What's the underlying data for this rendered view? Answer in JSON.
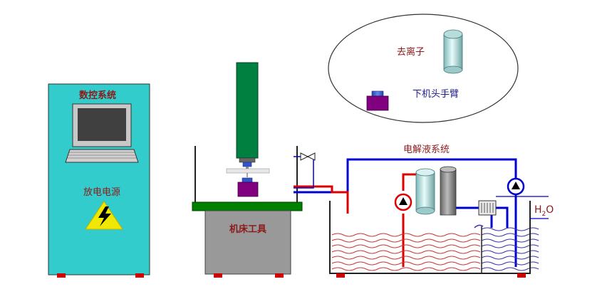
{
  "labels": {
    "cnc_system": "数控系统",
    "power_supply": "放电电源",
    "machine_tool": "机床工具",
    "deionizer": "去离子",
    "arm": "下机头手臂",
    "electrolyte_system": "电解液系统",
    "water_h": "H",
    "water_sub": "2",
    "water_o": "O"
  },
  "colors": {
    "cabinet": "#33cccc",
    "monitor": "#c0c0c0",
    "spindle": "#008040",
    "table_top": "#008000",
    "base": "#999999",
    "pipe_blue": "#0000cc",
    "pipe_red": "#dd0000",
    "fluid_red": "#cc3333",
    "fluid_blue": "#3333aa",
    "workpiece": "#800080",
    "foot": "#cc0000"
  }
}
